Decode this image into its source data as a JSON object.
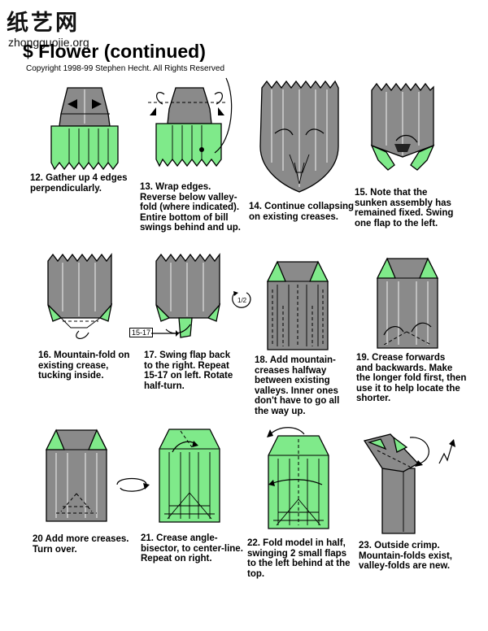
{
  "watermark": {
    "chinese": "纸艺网",
    "url": "zhongguojie.org"
  },
  "header": {
    "title": "$ Flower (continued)",
    "copyright": "Copyright 1998-99 Stephen Hecht.  All Rights Reserved"
  },
  "steps": [
    {
      "num": "12",
      "text": "12.  Gather up 4 edges\nperpendicularly."
    },
    {
      "num": "13",
      "text": "13.  Wrap edges.\nReverse below valley-\nfold (where indicated).\nEntire bottom of bill\nswings behind and up."
    },
    {
      "num": "14",
      "text": "14.  Continue collapsing\non existing creases."
    },
    {
      "num": "15",
      "text": "15.  Note that the\nsunken assembly has\nremained fixed.  Swing\none flap to the left."
    },
    {
      "num": "16",
      "text": "16.  Mountain-fold on\nexisting crease,\ntucking inside."
    },
    {
      "num": "17",
      "text": "17.  Swing flap back\nto the right.  Repeat\n15-17 on left.  Rotate\nhalf-turn."
    },
    {
      "num": "18",
      "text": "18.  Add mountain-\ncreases halfway\nbetween existing\nvalleys.  Inner ones\ndon't have to go all\nthe way up."
    },
    {
      "num": "19",
      "text": "19.  Crease forwards\nand backwards.  Make\nthe longer fold first, then\nuse it to help locate the\nshorter."
    },
    {
      "num": "20",
      "text": "20  Add more creases.\n Turn over."
    },
    {
      "num": "21",
      "text": "21.  Crease angle-\nbisector, to center-line.\n Repeat on right."
    },
    {
      "num": "22",
      "text": "22.  Fold model in half,\nswinging 2 small flaps\nto the left behind at the\ntop."
    },
    {
      "num": "23",
      "text": "23.  Outside crimp.\nMountain-folds exist,\nvalley-folds are new."
    }
  ],
  "labels": {
    "repeat_ref": "15-17",
    "half_turn": "1/2"
  },
  "colors": {
    "paper_grey": "#8a8a8a",
    "paper_green": "#7fea8a",
    "ink": "#000000"
  }
}
